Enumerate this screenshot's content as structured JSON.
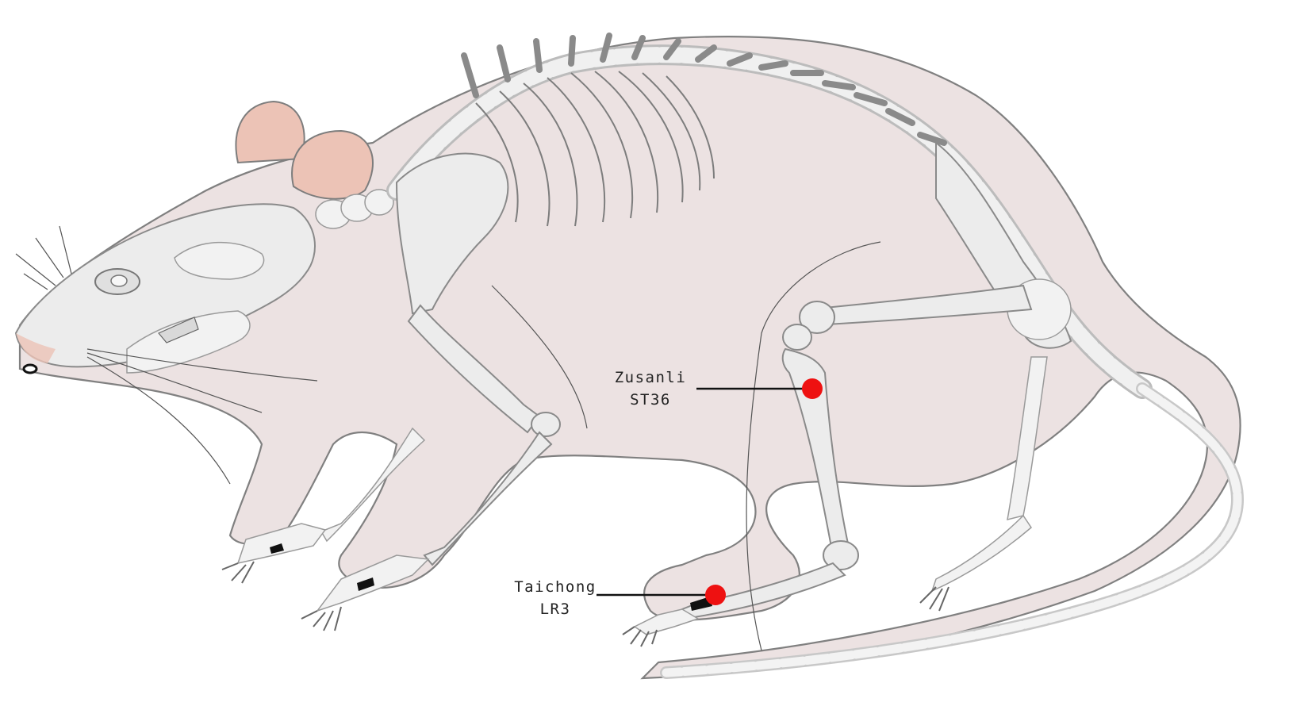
{
  "figure": {
    "subject": "rat skeleton",
    "colors": {
      "body_fill": "#ece2e2",
      "bone_fill": "#ececec",
      "ear_fill": "#ecc3b6",
      "acupoint": "#ee1111",
      "leader_line": "#111111"
    }
  },
  "acupoints": [
    {
      "name": "Zusanli",
      "code": "ST36"
    },
    {
      "name": "Taichong",
      "code": "LR3"
    }
  ]
}
